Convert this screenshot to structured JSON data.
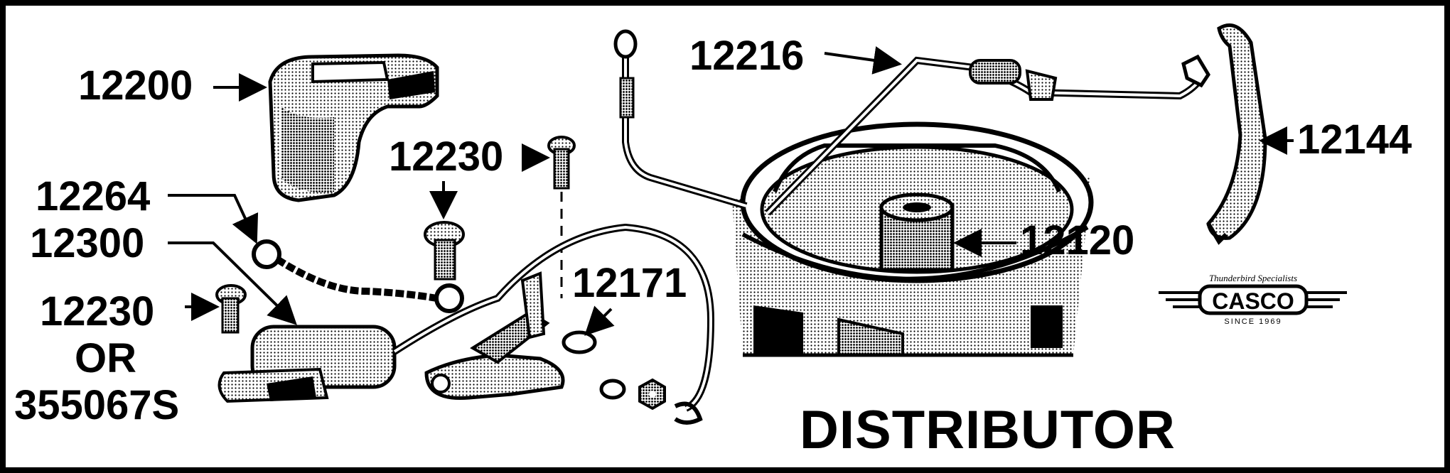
{
  "diagram": {
    "title": "DISTRIBUTOR",
    "parts": [
      {
        "id": "rotor",
        "label": "12200"
      },
      {
        "id": "breaker-screw-upper",
        "label": "12230"
      },
      {
        "id": "ground-strap",
        "label": "12264"
      },
      {
        "id": "condenser",
        "label": "12300"
      },
      {
        "id": "condenser-screw",
        "label": "12230"
      },
      {
        "id": "condenser-or",
        "label": "OR"
      },
      {
        "id": "condenser-alt",
        "label": "355067S"
      },
      {
        "id": "points",
        "label": "12171"
      },
      {
        "id": "primary-lead",
        "label": "12216"
      },
      {
        "id": "cam",
        "label": "12120"
      },
      {
        "id": "cap-clip",
        "label": "12144"
      }
    ]
  },
  "logo": {
    "brand": "CASCO",
    "tagline": "Thunderbird Specialists",
    "since": "SINCE 1969"
  },
  "colors": {
    "paper": "#ffffff",
    "ink": "#000000",
    "frame": "#000000"
  }
}
